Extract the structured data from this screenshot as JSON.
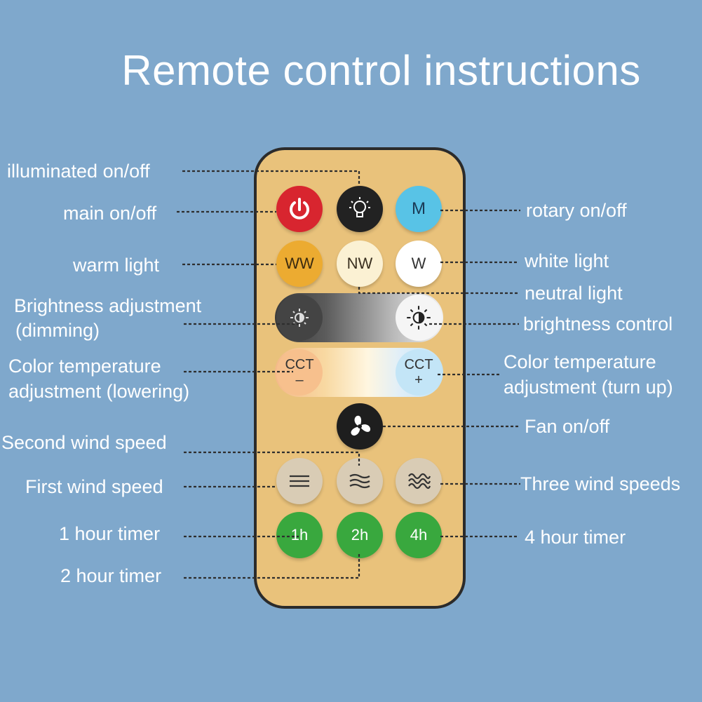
{
  "title": "Remote control instructions",
  "buttons": {
    "illuminated": "",
    "power": "",
    "rotary": "M",
    "warm": "WW",
    "neutral": "NW",
    "white": "W",
    "cct_minus": "CCT\n–",
    "cct_plus": "CCT\n+",
    "timer_1h": "1h",
    "timer_2h": "2h",
    "timer_4h": "4h"
  },
  "labels": {
    "illuminated_on_off": "illuminated on/off",
    "main_on_off": "main on/off",
    "rotary_on_off": "rotary on/off",
    "warm_light": "warm light",
    "white_light": "white light",
    "neutral_light": "neutral light",
    "brightness_adjustment_1": "Brightness adjustment",
    "brightness_adjustment_2": "(dimming)",
    "brightness_control": "brightness control",
    "color_temp_lower_1": "Color temperature",
    "color_temp_lower_2": "adjustment (lowering)",
    "color_temp_up_1": "Color temperature",
    "color_temp_up_2": "adjustment (turn up)",
    "fan_on_off": "Fan on/off",
    "second_wind_speed": "Second wind speed",
    "first_wind_speed": "First wind speed",
    "three_wind_speeds": "Three wind speeds",
    "one_hour_timer": "1 hour timer",
    "four_hour_timer": "4 hour timer",
    "two_hour_timer": "2 hour timer"
  },
  "colors": {
    "background": "#7fa8cc",
    "remote_body": "#e9c27b",
    "power_red": "#d8252f",
    "rotary_cyan": "#58c3e6",
    "warm_orange": "#ecab31",
    "neutral_cream": "#fbf1d3",
    "timer_green": "#39a83e",
    "wind_beige": "#d9ccb5"
  },
  "icons": [
    "power-icon",
    "bulb-icon",
    "sun-dim-icon",
    "sun-bright-icon",
    "fan-icon",
    "wind-icon"
  ]
}
